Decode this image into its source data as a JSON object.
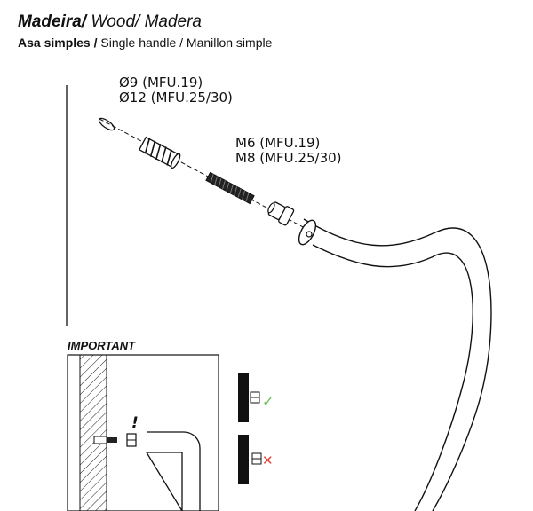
{
  "header": {
    "title_bold": "Madeira/",
    "title_rest": " Wood/ Madera",
    "subtitle_bold": "Asa  simples /",
    "subtitle_rest": " Single handle / Manillon simple"
  },
  "labels": {
    "drill_9": "Ø9 (MFU.19)",
    "drill_12": "Ø12 (MFU.25/30)",
    "thread_m6": "M6 (MFU.19)",
    "thread_m8": "M8 (MFU.25/30)"
  },
  "important": {
    "heading": "IMPORTANT",
    "mark": "!",
    "ok_symbol": "✓",
    "wrong_symbol": "✕",
    "colors": {
      "ok": "#6cbf5a",
      "wrong": "#e0453a"
    }
  }
}
